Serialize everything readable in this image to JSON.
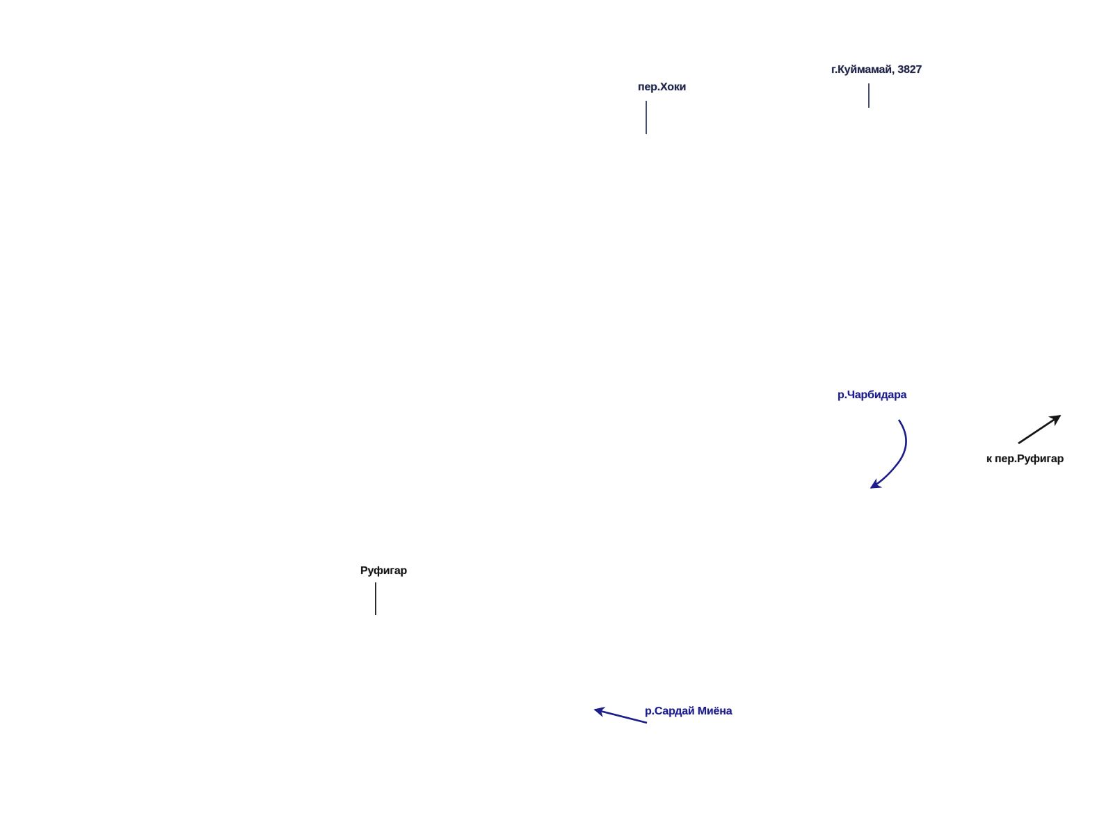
{
  "colors": {
    "pass_label": "#1d2346",
    "river": "#1c1c8a",
    "route": "#151515"
  },
  "labels": {
    "pass_hoki": "пер.Хоки",
    "peak_kuymamai": "г.Куймамай, 3827",
    "river_charbidara": "р.Чарбидара",
    "to_rufigar_pass": "к пер.Руфигар",
    "rufigar": "Руфигар",
    "river_sardai_miena": "р.Сардай Миёна"
  }
}
